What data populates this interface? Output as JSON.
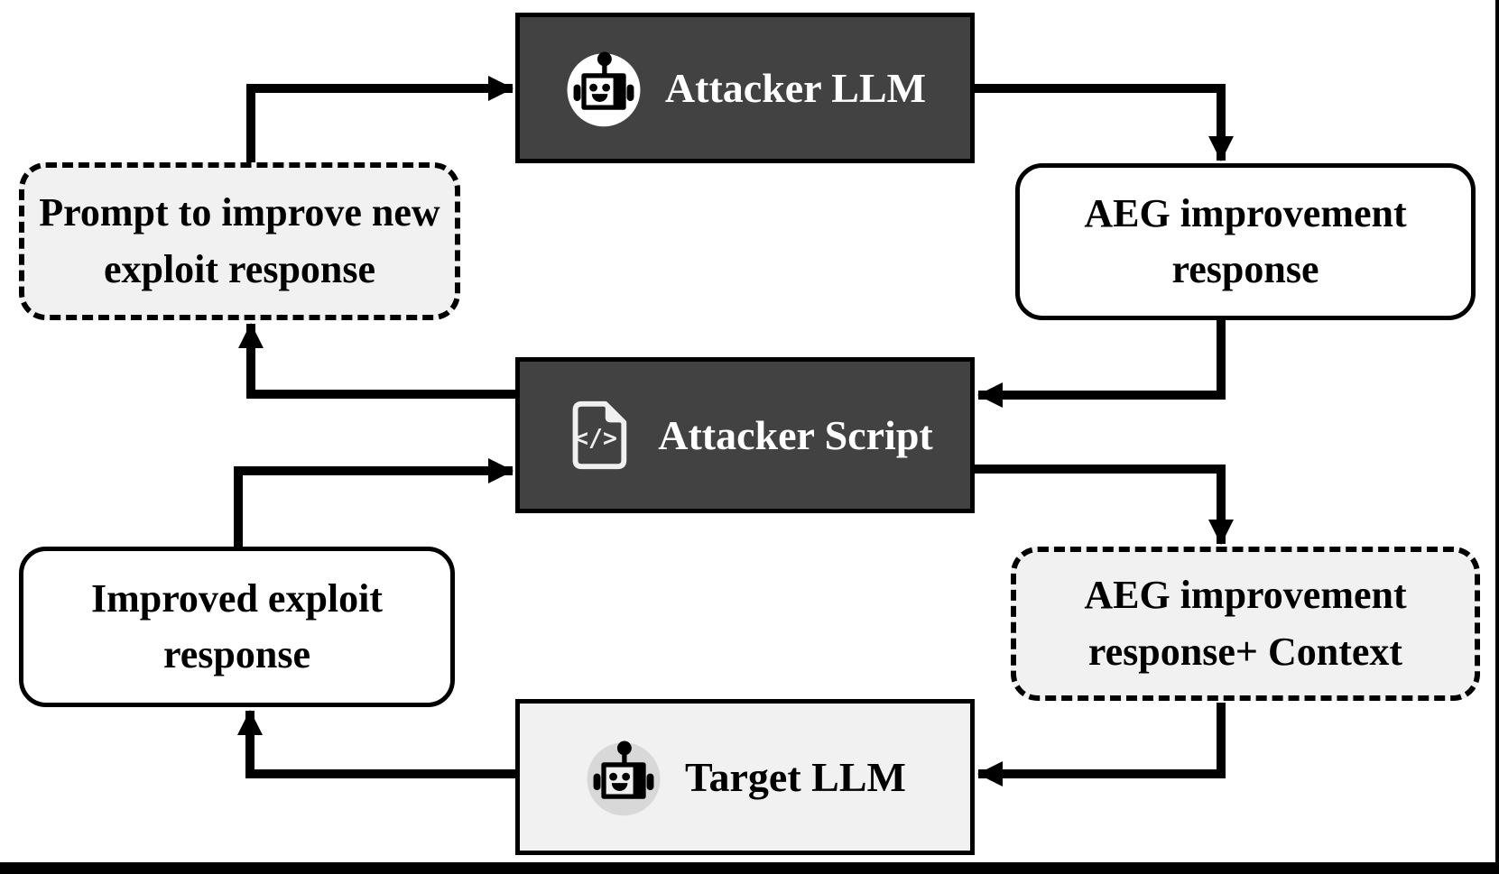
{
  "figure": {
    "type": "flow-diagram",
    "background": "#ffffff",
    "colors": {
      "dark_node_fill": "#424242",
      "dark_node_text": "#ffffff",
      "light_node_fill": "#f1f1f1",
      "solid_pill_fill": "#ffffff",
      "dashed_pill_fill": "#f1f1f1",
      "border": "#000000",
      "arrow": "#000000"
    },
    "nodes": [
      {
        "id": "attacker_llm",
        "label": "Attacker LLM",
        "icon": "robot-icon",
        "variant": "dark-rect"
      },
      {
        "id": "aeg_improvement_response",
        "label": "AEG improvement response",
        "variant": "solid-rounded"
      },
      {
        "id": "prompt_to_improve",
        "label": "Prompt to improve new exploit response",
        "variant": "dashed-rounded"
      },
      {
        "id": "attacker_script",
        "label": "Attacker Script",
        "icon": "code-file-icon",
        "variant": "dark-rect"
      },
      {
        "id": "aeg_improvement_response_context",
        "label": "AEG improvement response+ Context",
        "variant": "dashed-rounded"
      },
      {
        "id": "improved_exploit_response",
        "label": "Improved exploit response",
        "variant": "solid-rounded"
      },
      {
        "id": "target_llm",
        "label": "Target LLM",
        "icon": "robot-icon",
        "variant": "light-rect"
      }
    ],
    "edges": [
      {
        "from": "prompt_to_improve",
        "to": "attacker_llm"
      },
      {
        "from": "attacker_llm",
        "to": "aeg_improvement_response"
      },
      {
        "from": "aeg_improvement_response",
        "to": "attacker_script"
      },
      {
        "from": "attacker_script",
        "to": "prompt_to_improve"
      },
      {
        "from": "improved_exploit_response",
        "to": "attacker_script"
      },
      {
        "from": "attacker_script",
        "to": "aeg_improvement_response_context"
      },
      {
        "from": "aeg_improvement_response_context",
        "to": "target_llm"
      },
      {
        "from": "target_llm",
        "to": "improved_exploit_response"
      }
    ],
    "code_glyph": "</>"
  }
}
